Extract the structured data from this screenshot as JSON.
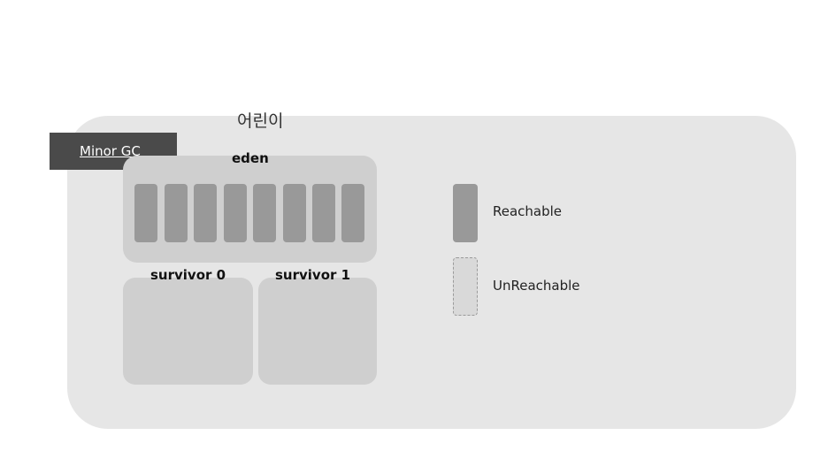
{
  "heap": {
    "label": "어린이"
  },
  "gc_button": {
    "label": "Minor GC"
  },
  "eden": {
    "label": "eden",
    "objects": [
      "reachable",
      "reachable",
      "reachable",
      "reachable",
      "reachable",
      "reachable",
      "reachable",
      "reachable"
    ]
  },
  "survivors": [
    {
      "label": "survivor 0"
    },
    {
      "label": "survivor 1"
    }
  ],
  "legend": {
    "reachable": "Reachable",
    "unreachable": "UnReachable"
  },
  "colors": {
    "heap_bg": "#e6e6e6",
    "region_bg": "#cfcfcf",
    "reachable": "#999999",
    "unreachable": "#d9d9d9",
    "button_bg": "#4a4a4a"
  }
}
